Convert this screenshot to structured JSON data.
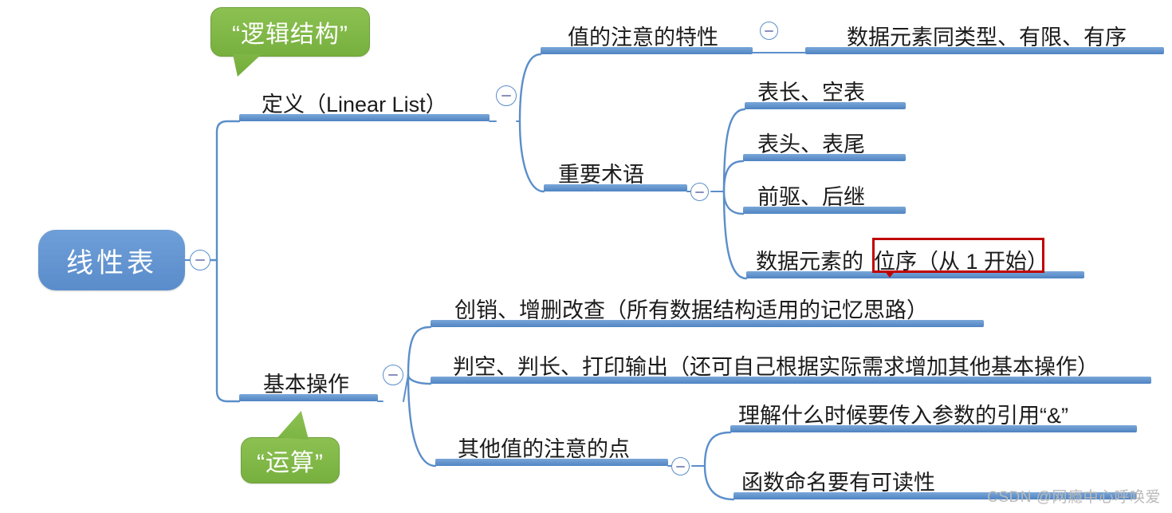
{
  "diagram": {
    "type": "mindmap",
    "title": "线性表 思维导图",
    "root": {
      "label": "线性表"
    },
    "callouts": [
      {
        "name": "logical-structure",
        "label": "“逻辑结构”",
        "color": "#7cb342"
      },
      {
        "name": "operations",
        "label": "“运算”",
        "color": "#7cb342"
      }
    ],
    "branches": [
      {
        "label": "定义（Linear List）",
        "children": [
          {
            "label": "值的注意的特性",
            "children": [
              {
                "label": "数据元素同类型、有限、有序"
              }
            ]
          },
          {
            "label": "重要术语",
            "children": [
              {
                "label": "表长、空表"
              },
              {
                "label": "表头、表尾"
              },
              {
                "label": "前驱、后继"
              },
              {
                "label": "数据元素的",
                "highlight": "位序（从 1 开始）"
              }
            ]
          }
        ]
      },
      {
        "label": "基本操作",
        "children": [
          {
            "label": "创销、增删改查（所有数据结构适用的记忆思路）"
          },
          {
            "label": "判空、判长、打印输出（还可自己根据实际需求增加其他基本操作）"
          },
          {
            "label": "其他值的注意的点",
            "children": [
              {
                "label": "理解什么时候要传入参数的引用“&”"
              },
              {
                "label": "函数命名要有可读性"
              }
            ]
          }
        ]
      }
    ],
    "toggle_state": "expanded",
    "colors": {
      "node_blue": "#5a8ccb",
      "bar_blue": "#4f83c2",
      "edge_blue": "#5b8ec9",
      "callout_green": "#7cb342",
      "highlight_red": "#c00000",
      "background": "#ffffff"
    }
  },
  "watermark": {
    "text": "CSDN @网瘾中心呼唤爱"
  }
}
